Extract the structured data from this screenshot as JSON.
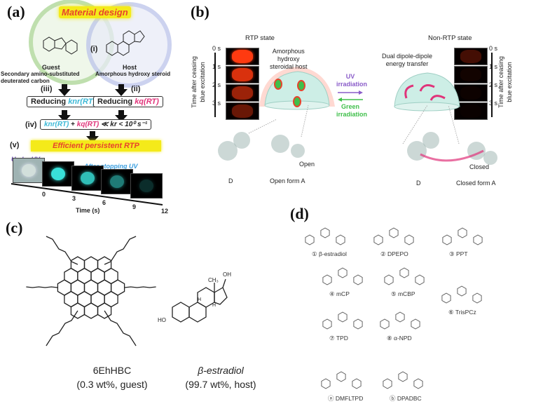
{
  "panel_a": {
    "label": "(a)",
    "title": "Material design",
    "host_marker": "(i)",
    "guest_label": "Guest",
    "guest_desc_1": "Secondary amino-substituted",
    "guest_desc_2": "deuterated carbon",
    "host_label": "Host",
    "host_desc": "Amorphous hydroxy steroid",
    "step_iii": "(iii)",
    "step_ii": "(ii)",
    "reducing": "Reducing",
    "knr": "knr(RT)",
    "kq": "kq(RT)",
    "step_iv": "(iv)",
    "iv_rel": "≪ kr < 10⁰ s⁻¹",
    "plus": "+",
    "step_v": "(v)",
    "result": "Efficient persistent RTP",
    "under_uv": "Under UV",
    "after_uv": "After stopping UV",
    "ticks": [
      "0",
      "3",
      "6",
      "9",
      "12"
    ],
    "axis_title": "Time (s)",
    "colors": {
      "red": "#e8432c",
      "yellow": "#f4ea1a",
      "cyan": "#3bb8d6",
      "magenta": "#e0337a",
      "glow": "#39e0d8"
    }
  },
  "panel_b": {
    "label": "(b)",
    "rtp_title": "RTP state",
    "nonrtp_title": "Non-RTP state",
    "times": [
      "0 s",
      "1 s",
      "2 s",
      "3 s"
    ],
    "axis_1": "Time after ceasing",
    "axis_2": "blue excitation",
    "host_1": "Amorphous",
    "host_2": "hydroxy",
    "host_3": "steroidal host",
    "uv_1": "UV",
    "uv_2": "irradiation",
    "green_1": "Green",
    "green_2": "irradiation",
    "transfer_1": "Dual dipole-dipole",
    "transfer_2": "energy transfer",
    "open": "Open",
    "closed": "Closed",
    "d_left": "D",
    "open_form": "Open form A",
    "d_right": "D",
    "closed_form": "Closed form A",
    "rtp_intensity": [
      1.0,
      0.85,
      0.6,
      0.4
    ],
    "nonrtp_intensity": [
      0.25,
      0.05,
      0.03,
      0.02
    ]
  },
  "panel_c": {
    "label": "(c)",
    "mol1_name": "6EhHBC",
    "mol1_desc": "(0.3 wt%, guest)",
    "mol2_name": "β-estradiol",
    "mol2_desc": "(99.7 wt%, host)",
    "oh": "OH",
    "ho": "HO",
    "ch3": "CH₃",
    "h": "H"
  },
  "panel_d": {
    "label": "(d)",
    "items": [
      "① β-estradiol",
      "② DPEPO",
      "③ PPT",
      "④ mCP",
      "⑤ mCBP",
      "⑥ TrisPCz",
      "⑦ TPD",
      "⑧ α-NPD",
      "ⓐ DMFLTPD",
      "ⓑ DPADBC"
    ]
  }
}
